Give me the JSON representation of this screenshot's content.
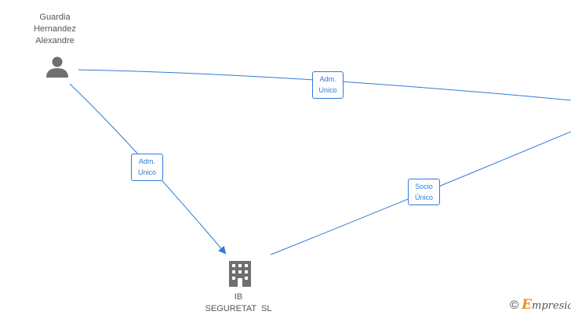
{
  "nodes": {
    "person": {
      "name_lines": [
        "Guardia",
        "Hernandez",
        "Alexandre"
      ],
      "icon": "person-icon"
    },
    "company": {
      "name_lines": [
        "IB",
        "SEGURETAT  SL"
      ],
      "icon": "building-icon"
    }
  },
  "edges": [
    {
      "label_lines": [
        "Adm.",
        "Unico"
      ]
    },
    {
      "label_lines": [
        "Adm.",
        "Unico"
      ]
    },
    {
      "label_lines": [
        "Socio",
        "Único"
      ]
    }
  ],
  "brand": {
    "copyright_symbol": "©",
    "first_letter": "E",
    "rest": "mpresia"
  },
  "colors": {
    "edge": "#2f7bd6",
    "icon": "#6f6f6f",
    "text": "#555555",
    "brand_accent": "#e8931b"
  }
}
